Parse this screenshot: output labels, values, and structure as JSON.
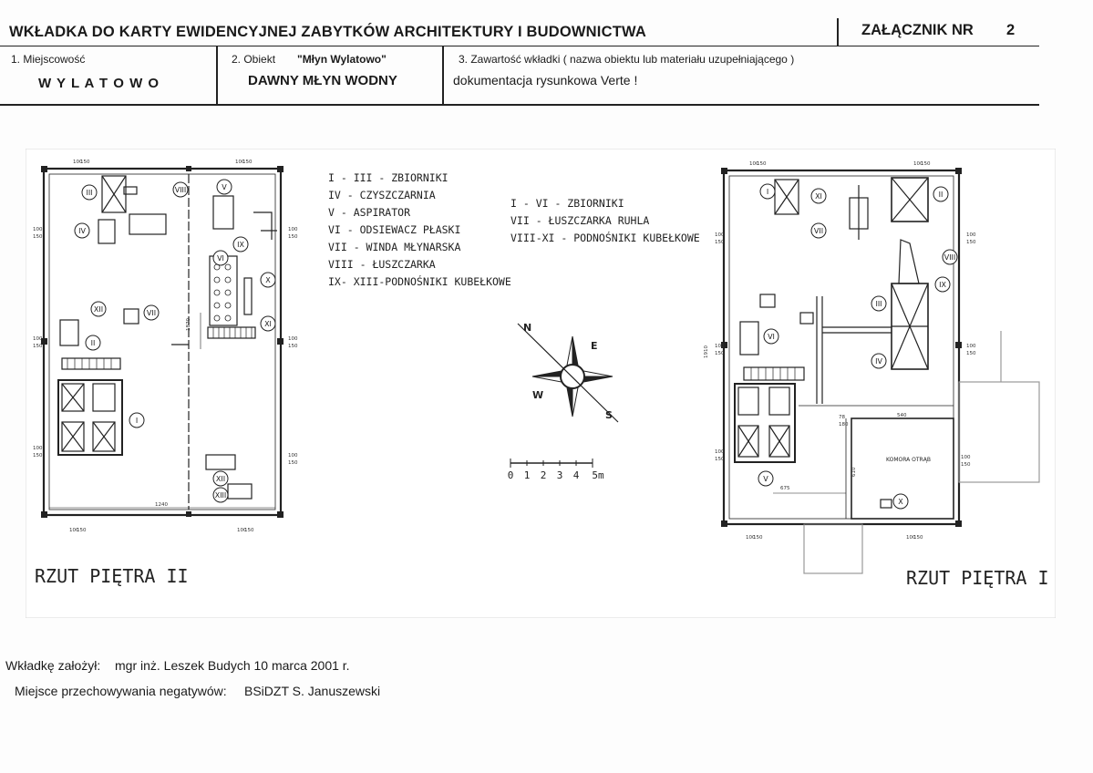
{
  "header": {
    "title": "WKŁADKA DO KARTY EWIDENCYJNEJ ZABYTKÓW ARCHITEKTURY I BUDOWNICTWA",
    "annex_label": "ZAŁĄCZNIK NR",
    "annex_number": "2"
  },
  "fields": {
    "locality_label": "1. Miejscowość",
    "locality_value": "W Y L A T O W O",
    "object_label": "2. Obiekt",
    "object_name": "\"Młyn Wylatowo\"",
    "object_value": "DAWNY MŁYN WODNY",
    "contents_label": "3. Zawartość wkładki ( nazwa obiektu lub materiału uzupełniającego )",
    "contents_value": "dokumentacja rysunkowa Verte !"
  },
  "plan_left": {
    "title": "RZUT PIĘTRA II",
    "legend": [
      "I - III  - ZBIORNIKI",
      "IV    - CZYSZCZARNIA",
      "V      - ASPIRATOR",
      "VI    - ODSIEWACZ PŁASKI",
      "VII   - WINDA MŁYNARSKA",
      "VIII   - ŁUSZCZARKA",
      "IX- XIII-PODNOŚNIKI KUBEŁKOWE"
    ],
    "room_labels": [
      "III",
      "VIII",
      "V",
      "IV",
      "IX",
      "VI",
      "X",
      "XII",
      "VII",
      "XI",
      "II",
      "I",
      "XII",
      "XIII"
    ],
    "dim_labels": [
      "100",
      "150",
      "1870",
      "1240"
    ]
  },
  "plan_right": {
    "title": "RZUT PIĘTRA I",
    "legend": [
      "I - VI - ZBIORNIKI",
      "VII  - ŁUSZCZARKA RUHLA",
      "VIII-XI - PODNOŚNIKI KUBEŁKOWE"
    ],
    "room_labels": [
      "I",
      "XI",
      "II",
      "VII",
      "VIII",
      "IX",
      "III",
      "VI",
      "IV",
      "V",
      "X"
    ],
    "room_name": "KOMORA OTRĄB",
    "dim_labels": [
      "100",
      "150",
      "1910",
      "540",
      "78",
      "180",
      "675",
      "610"
    ]
  },
  "compass": {
    "n": "N",
    "e": "E",
    "s": "S",
    "w": "W"
  },
  "scale": {
    "ticks": [
      "0",
      "1",
      "2",
      "3",
      "4",
      "5m"
    ]
  },
  "footer": {
    "author_label": "Wkładkę założył:",
    "author_value": "mgr inż. Leszek Budych 10 marca 2001 r.",
    "storage_label": "Miejsce przechowywania negatywów:",
    "storage_value": "BSiDZT  S. Januszewski"
  }
}
